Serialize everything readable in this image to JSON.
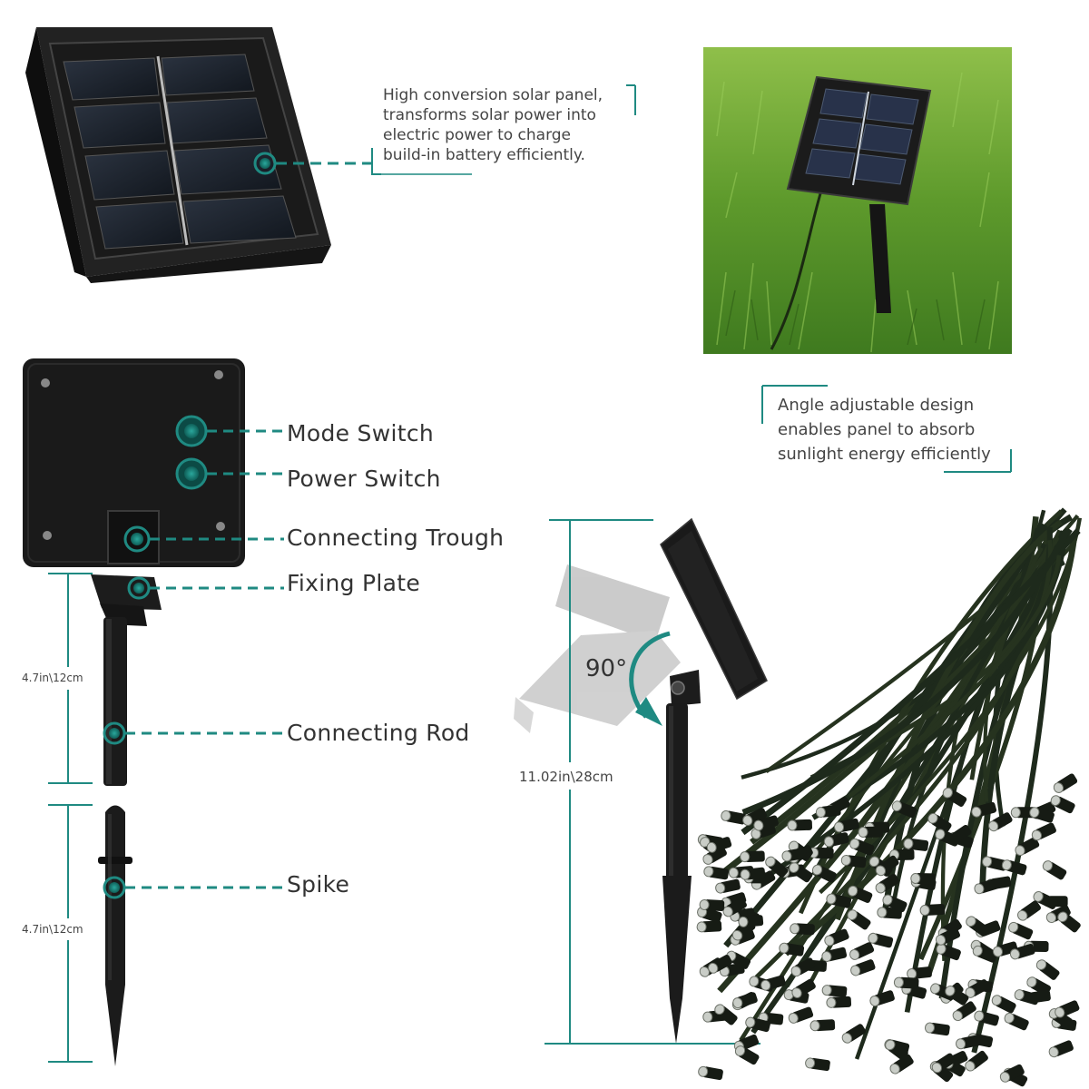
{
  "solar_panel_desc": [
    "High conversion solar panel,",
    "transforms solar power into",
    "electric power to charge",
    "build-in battery efficiently."
  ],
  "angle_desc": [
    "Angle adjustable design",
    "enables panel to absorb",
    "sunlight energy efficiently"
  ],
  "parts": {
    "mode_switch": "Mode Switch",
    "power_switch": "Power Switch",
    "connecting_trough": "Connecting Trough",
    "fixing_plate": "Fixing Plate",
    "connecting_rod": "Connecting Rod",
    "spike": "Spike"
  },
  "dimensions": {
    "rod_length": "4.7in\\12cm",
    "spike_length": "4.7in\\12cm",
    "total_height": "11.02in\\28cm"
  },
  "angle_label": "90°",
  "colors": {
    "accent_teal": "#1f8a82",
    "panel_black": "#1c1c1c",
    "grass_green": "#5f9a2e"
  }
}
